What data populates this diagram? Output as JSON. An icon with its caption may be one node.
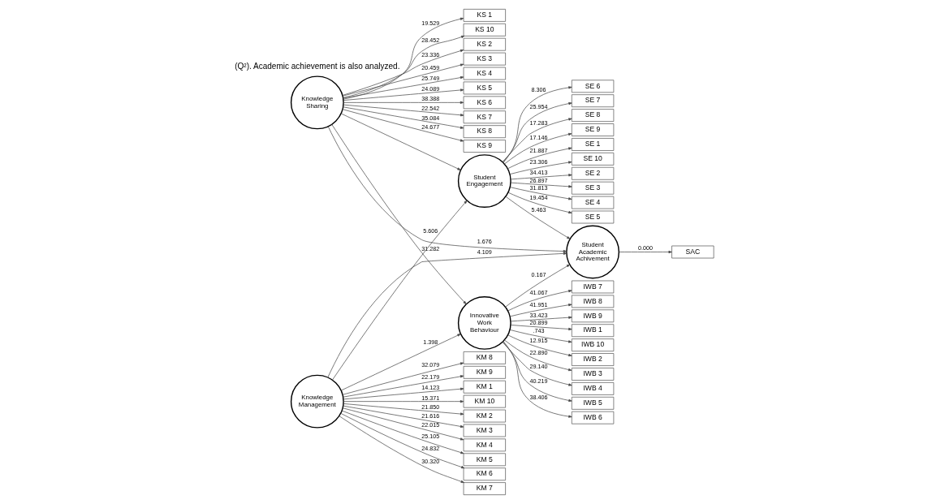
{
  "diagram": {
    "nodes": [
      {
        "text": [
          "KS 1"
        ]
      },
      {
        "text": [
          "KS 10"
        ]
      },
      {
        "text": [
          "KS 2"
        ]
      },
      {
        "text": [
          "KS 3"
        ]
      },
      {
        "text": [
          "KS 4"
        ]
      },
      {
        "text": [
          "KS 5"
        ]
      },
      {
        "text": [
          "KS 6"
        ]
      },
      {
        "text": [
          "KS 7"
        ]
      },
      {
        "text": [
          "KS 8"
        ]
      },
      {
        "text": [
          "KS 9"
        ]
      },
      {
        "text": [
          "Knowledge Sharing"
        ]
      },
      {
        "text": [
          "IWB 1"
        ]
      },
      {
        "text": [
          "IWB 10"
        ]
      },
      {
        "text": [
          "IWB 2"
        ]
      },
      {
        "text": [
          "IWB 3"
        ]
      },
      {
        "text": [
          "IWB 4"
        ]
      },
      {
        "text": [
          "IWB 5"
        ]
      },
      {
        "text": [
          "IWB 6"
        ]
      },
      {
        "text": [
          "IWB 7"
        ]
      },
      {
        "text": [
          "IWB 8"
        ]
      },
      {
        "text": [
          "IWB 9"
        ]
      },
      {
        "text": [
          "Innovative Work Behaviour"
        ]
      },
      {
        "text": [
          "KM 1"
        ]
      },
      {
        "text": [
          "KM 10"
        ]
      },
      {
        "text": [
          "KM 2"
        ]
      },
      {
        "text": [
          "KM 3"
        ]
      },
      {
        "text": [
          "KM 4"
        ]
      },
      {
        "text": [
          "KM 5"
        ]
      },
      {
        "text": [
          "KM 6"
        ]
      },
      {
        "text": [
          "KM 7"
        ]
      },
      {
        "text": [
          "KM 8"
        ]
      },
      {
        "text": [
          "KM 9"
        ]
      },
      {
        "text": [
          "SE 1"
        ]
      },
      {
        "text": [
          "SE 10"
        ]
      },
      {
        "text": [
          "SE 2"
        ]
      },
      {
        "text": [
          "SE 3"
        ]
      },
      {
        "text": [
          "SE 4"
        ]
      },
      {
        "text": [
          "SE 5"
        ]
      },
      {
        "text": [
          "SE 6"
        ]
      },
      {
        "text": [
          "SE 7"
        ]
      },
      {
        "text": [
          "SE 8"
        ]
      },
      {
        "text": [
          "SE 9"
        ]
      },
      {
        "text": [
          "Knowledge Management"
        ]
      },
      {
        "text": [
          "Student Engagement"
        ]
      },
      {
        "text": [
          "Student Academic Achivement"
        ]
      },
      {
        "text": [
          "SAC"
        ]
      }
    ],
    "edges": [
      {
        "from": 10,
        "to": 0,
        "arrow": "to",
        "label": "19.529"
      },
      {
        "from": 10,
        "to": 1,
        "arrow": "to",
        "label": "28.452"
      },
      {
        "from": 10,
        "to": 2,
        "arrow": "to",
        "label": "23.336"
      },
      {
        "from": 10,
        "to": 3,
        "arrow": "to",
        "label": "20.459"
      },
      {
        "from": 10,
        "to": 4,
        "arrow": "to",
        "label": "25.749"
      },
      {
        "from": 10,
        "to": 5,
        "arrow": "to",
        "label": "24.089"
      },
      {
        "from": 10,
        "to": 6,
        "arrow": "to",
        "label": "38.388"
      },
      {
        "from": 10,
        "to": 7,
        "arrow": "to",
        "label": "22.542"
      },
      {
        "from": 10,
        "to": 8,
        "arrow": "to",
        "label": "35.084"
      },
      {
        "from": 10,
        "to": 9,
        "arrow": "to",
        "label": "24.677"
      },
      {
        "from": 21,
        "to": 11,
        "arrow": "to",
        "label": "20.899"
      },
      {
        "from": 21,
        "to": 12,
        "arrow": "to",
        "label": ".743"
      },
      {
        "from": 21,
        "to": 13,
        "arrow": "to",
        "label": "12.915"
      },
      {
        "from": 21,
        "to": 14,
        "arrow": "to",
        "label": "22.890"
      },
      {
        "from": 21,
        "to": 15,
        "arrow": "to",
        "label": "29.140"
      },
      {
        "from": 21,
        "to": 16,
        "arrow": "to",
        "label": "40.219"
      },
      {
        "from": 21,
        "to": 17,
        "arrow": "to",
        "label": "38.406"
      },
      {
        "from": 21,
        "to": 18,
        "arrow": "to",
        "label": "41.067"
      },
      {
        "from": 21,
        "to": 19,
        "arrow": "to",
        "label": "41.951"
      },
      {
        "from": 21,
        "to": 20,
        "arrow": "to",
        "label": "33.423"
      },
      {
        "from": 42,
        "to": 22,
        "arrow": "to",
        "label": "14.123"
      },
      {
        "from": 42,
        "to": 23,
        "arrow": "to",
        "label": "15.371"
      },
      {
        "from": 42,
        "to": 24,
        "arrow": "to",
        "label": "21.850"
      },
      {
        "from": 42,
        "to": 25,
        "arrow": "to",
        "label": "21.616"
      },
      {
        "from": 42,
        "to": 26,
        "arrow": "to",
        "label": "22.015"
      },
      {
        "from": 42,
        "to": 27,
        "arrow": "to",
        "label": "25.105"
      },
      {
        "from": 42,
        "to": 28,
        "arrow": "to",
        "label": "24.832"
      },
      {
        "from": 42,
        "to": 29,
        "arrow": "to",
        "label": "30.320"
      },
      {
        "from": 42,
        "to": 30,
        "arrow": "to",
        "label": "32.079"
      },
      {
        "from": 42,
        "to": 31,
        "arrow": "to",
        "label": "22.179"
      },
      {
        "from": 43,
        "to": 32,
        "arrow": "to",
        "label": "21.887"
      },
      {
        "from": 43,
        "to": 33,
        "arrow": "to",
        "label": "23.306"
      },
      {
        "from": 43,
        "to": 34,
        "arrow": "to",
        "label": "34.413"
      },
      {
        "from": 43,
        "to": 35,
        "arrow": "to",
        "label": "26.897"
      },
      {
        "from": 43,
        "to": 36,
        "arrow": "to",
        "label": "31.813"
      },
      {
        "from": 43,
        "to": 37,
        "arrow": "to",
        "label": "19.454"
      },
      {
        "from": 43,
        "to": 38,
        "arrow": "to",
        "label": "8.306"
      },
      {
        "from": 43,
        "to": 39,
        "arrow": "to",
        "label": "25.954"
      },
      {
        "from": 43,
        "to": 40,
        "arrow": "to",
        "label": "17.283"
      },
      {
        "from": 43,
        "to": 41,
        "arrow": "to",
        "label": "17.146"
      },
      {
        "from": 10,
        "to": 21,
        "arrow": "to",
        "label": "31.282"
      },
      {
        "from": 10,
        "to": 44,
        "arrow": "to",
        "label": "1.676"
      },
      {
        "from": 10,
        "to": 43,
        "arrow": "to"
      },
      {
        "from": 42,
        "to": 21,
        "arrow": "to",
        "label": "1.398"
      },
      {
        "from": 42,
        "to": 43,
        "arrow": "to",
        "label": "5.606"
      },
      {
        "from": 42,
        "to": 44,
        "arrow": "to",
        "label": "4.109"
      },
      {
        "from": 21,
        "to": 44,
        "arrow": "to",
        "label": "0.167"
      },
      {
        "from": 43,
        "to": 44,
        "arrow": "to",
        "label": "5.463"
      },
      {
        "from": 44,
        "to": 45,
        "arrow": "to",
        "label": "0.000"
      }
    ],
    "labels": [
      "(Q²). Academic achievement is also analyzed."
    ]
  }
}
